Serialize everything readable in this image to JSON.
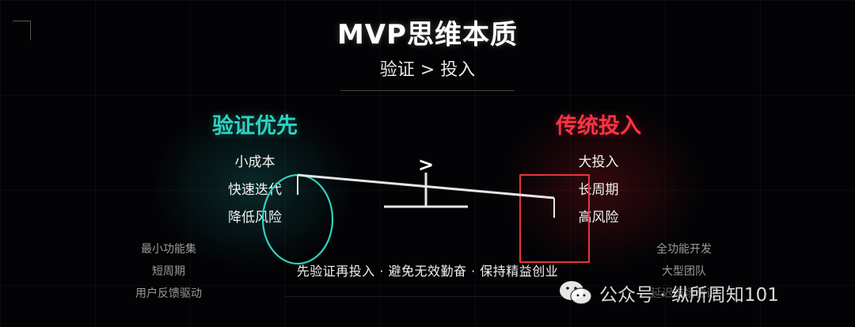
{
  "title": "MVP思维本质",
  "subtitle": "验证 > 投入",
  "left": {
    "heading": "验证优先",
    "heading_color": "#2fd1c0",
    "items": [
      "小成本",
      "快速迭代",
      "降低风险"
    ],
    "aux_items": [
      "最小功能集",
      "短周期",
      "用户反馈驱动"
    ]
  },
  "right": {
    "heading": "传统投入",
    "heading_color": "#ff3344",
    "items": [
      "大投入",
      "长周期",
      "高风险"
    ],
    "aux_items": [
      "全功能开发",
      "大型团队",
      "延迟市场验证"
    ]
  },
  "balance": {
    "symbol": ">"
  },
  "tagline": "先验证再投入 · 避免无效勤奋 · 保持精益创业",
  "watermark": {
    "text": "公众号 · 纵所周知101",
    "icon": "wechat-icon"
  }
}
